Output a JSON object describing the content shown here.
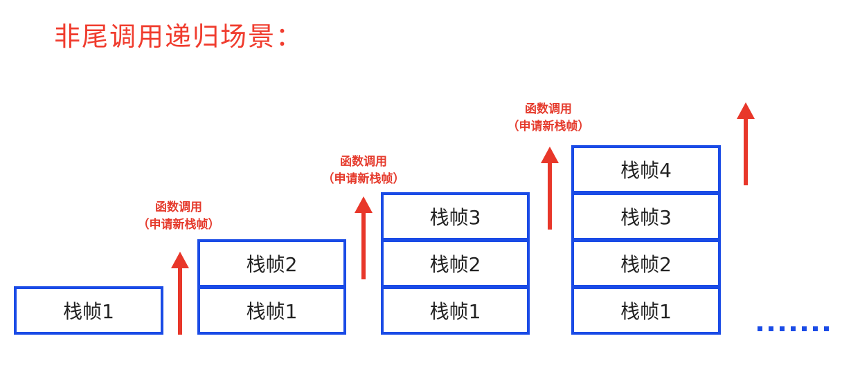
{
  "title": "非尾调用递归场景：",
  "call_label": {
    "line1": "函数调用",
    "line2": "（申请新栈帧）"
  },
  "stacks": [
    {
      "frames": [
        "栈帧1"
      ]
    },
    {
      "frames": [
        "栈帧1",
        "栈帧2"
      ]
    },
    {
      "frames": [
        "栈帧1",
        "栈帧2",
        "栈帧3"
      ]
    },
    {
      "frames": [
        "栈帧1",
        "栈帧2",
        "栈帧3",
        "栈帧4"
      ]
    }
  ],
  "colors": {
    "title": "#f03c2e",
    "frame_border": "#1a4be6",
    "arrow": "#e8372a",
    "label": "#e53a2c",
    "ellipsis": "#1a4be6"
  }
}
